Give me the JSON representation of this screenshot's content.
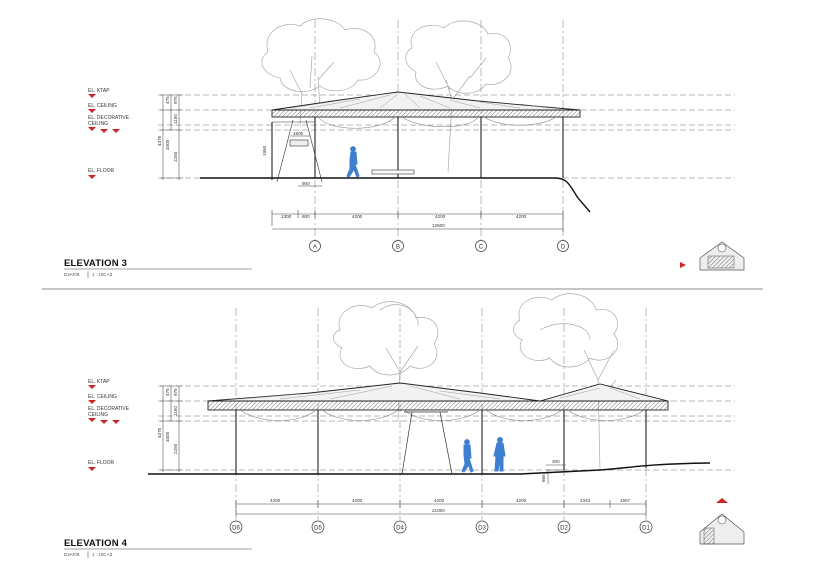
{
  "levels": {
    "top": "EL. KTAP",
    "ceiling": "EL. CEILING",
    "decorative_1": "EL. DECORATIVE",
    "decorative_2": "CEILING",
    "floor": "EL. FLOOR"
  },
  "elevation3": {
    "title": "ELEVATION 3",
    "ref": "D3AP.B",
    "scale": "1 : 100 A3",
    "vertical_dims": [
      "475",
      "975",
      "3400",
      "2250",
      "1150",
      "4375"
    ],
    "dims": [
      "1300",
      "800",
      "4200",
      "4200",
      "4200"
    ],
    "total": "12500",
    "small_dims": [
      "1800",
      "900",
      "1950"
    ],
    "grid": [
      "A",
      "B",
      "C",
      "D"
    ]
  },
  "elevation4": {
    "title": "ELEVATION 4",
    "ref": "D3AP.B",
    "scale": "1 : 100 A3",
    "vertical_dims": [
      "475",
      "975",
      "3400",
      "2250",
      "1150",
      "4375"
    ],
    "dims": [
      "4200",
      "4200",
      "4200",
      "4200",
      "2343",
      "1657"
    ],
    "total": "21000",
    "small_dims": [
      "300",
      "665"
    ],
    "grid": [
      "D6",
      "D5",
      "D4",
      "D3",
      "D2",
      "D1"
    ]
  }
}
